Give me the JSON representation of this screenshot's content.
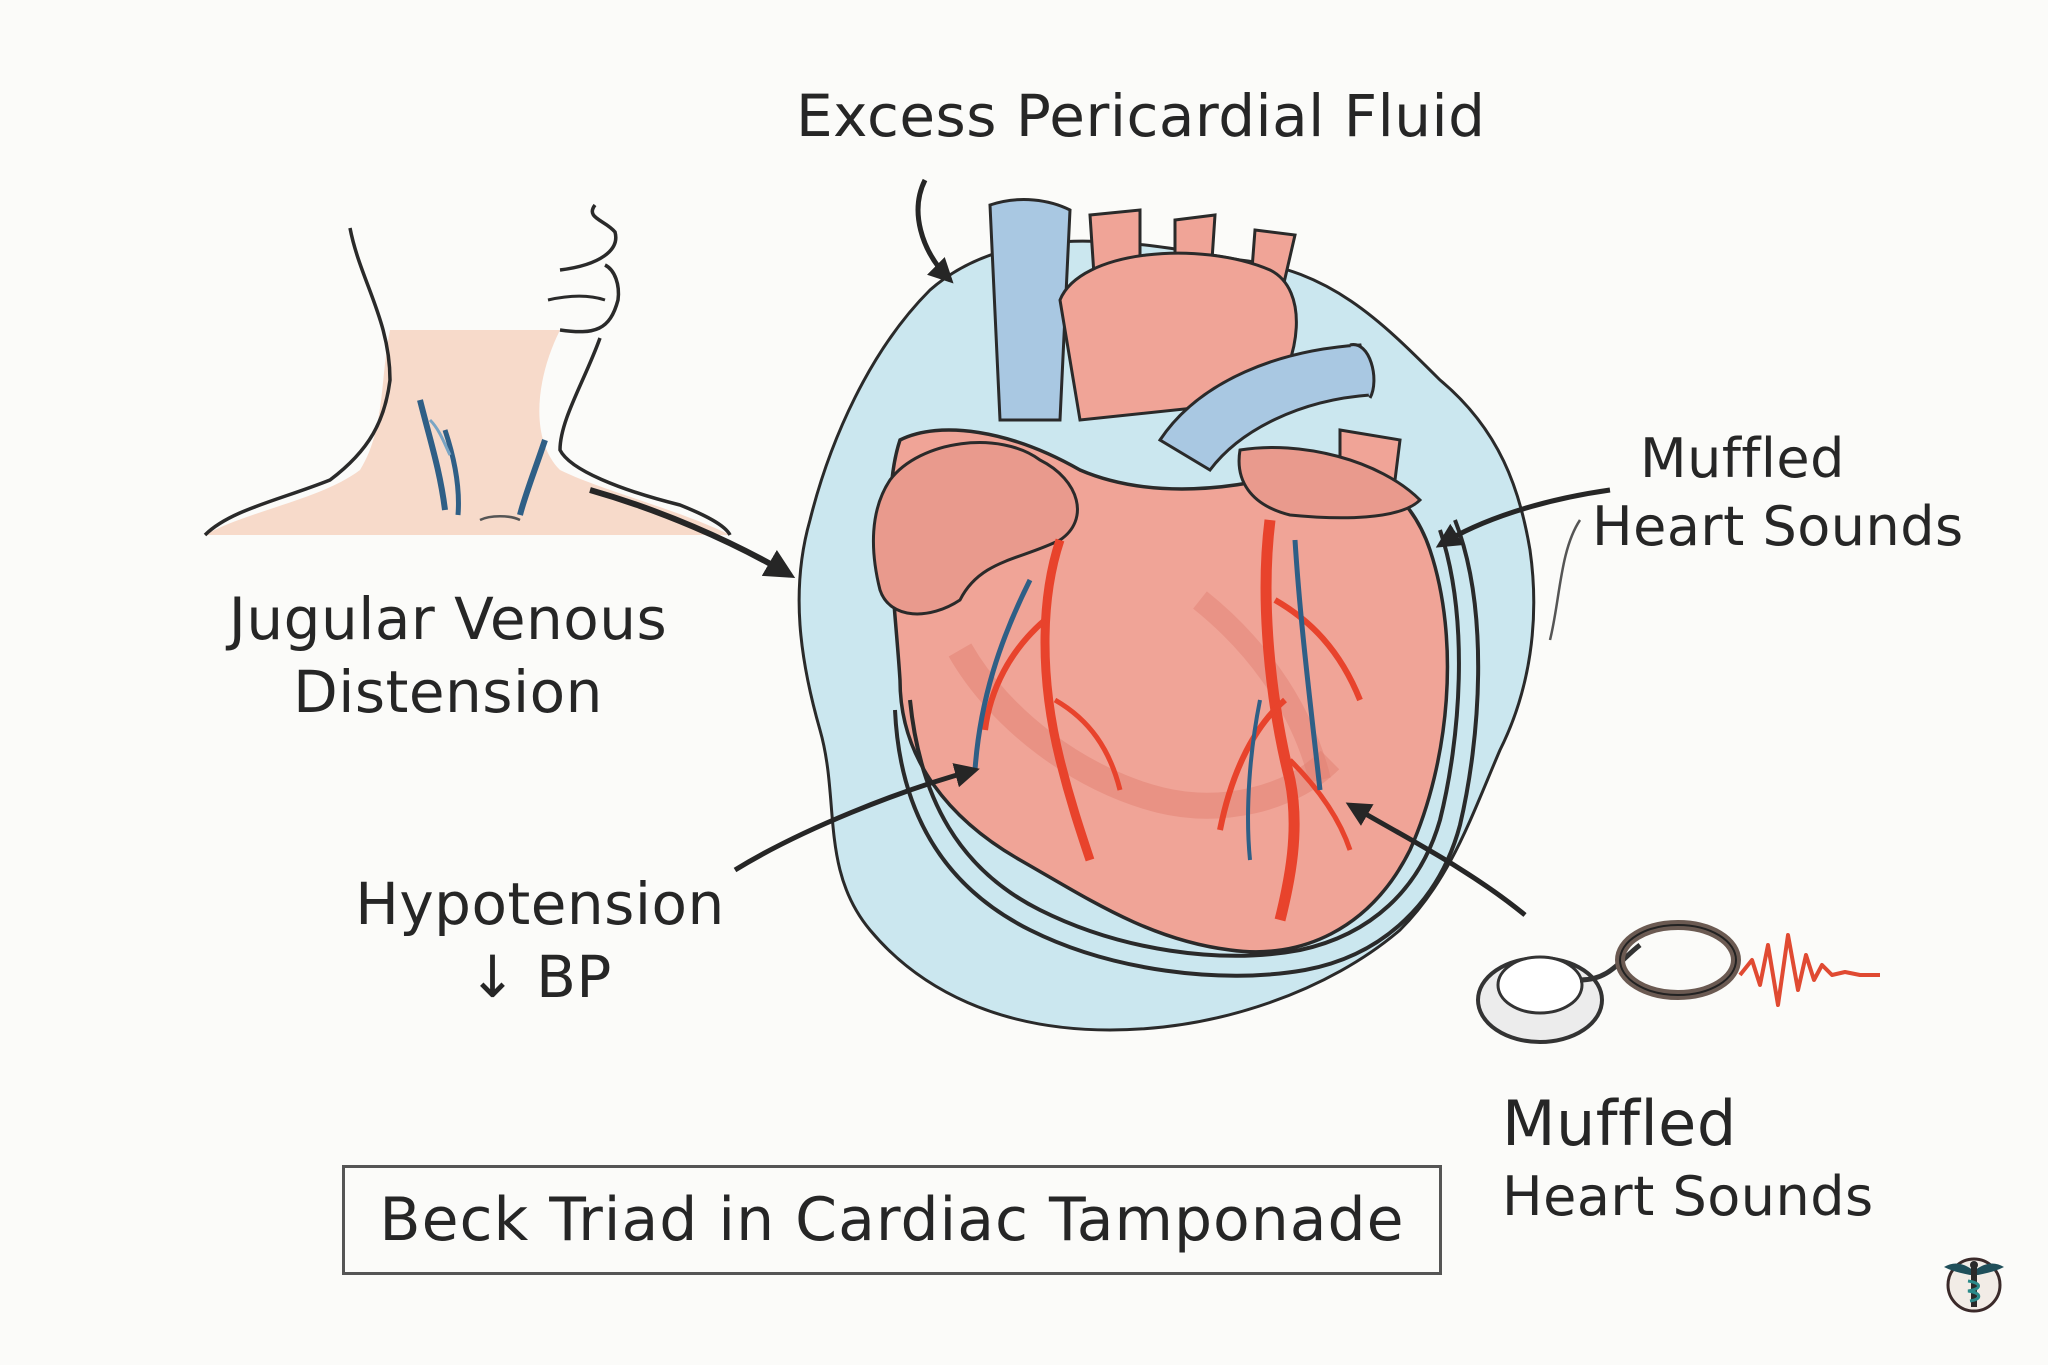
{
  "labels": {
    "excess_fluid": "Excess Pericardial Fluid",
    "muffled_top_line1": "Muffled",
    "muffled_top_line2": "Heart Sounds",
    "jvd_line1": "Jugular Venous",
    "jvd_line2": "Distension",
    "hypo_line1": "Hypotension",
    "hypo_line2": "↓ BP",
    "muffled_bottom_line1": "Muffled",
    "muffled_bottom_line2": "Heart Sounds"
  },
  "title": "Beck Triad in Cardiac Tamponade",
  "colors": {
    "heart_fill": "#f0a497",
    "heart_shade": "#e17f72",
    "artery": "#e8432c",
    "vein": "#2f5f86",
    "vessel_blue": "#a9c8e2",
    "fluid": "#bfe2ec",
    "ink": "#262626",
    "skin": "#f6d3c2",
    "signal": "#e04a32"
  },
  "icons": {
    "neck": "neck-illustration",
    "heart": "heart-illustration",
    "stethoscope": "stethoscope-icon",
    "waveform": "waveform-icon",
    "logo": "caduceus-logo-icon"
  }
}
